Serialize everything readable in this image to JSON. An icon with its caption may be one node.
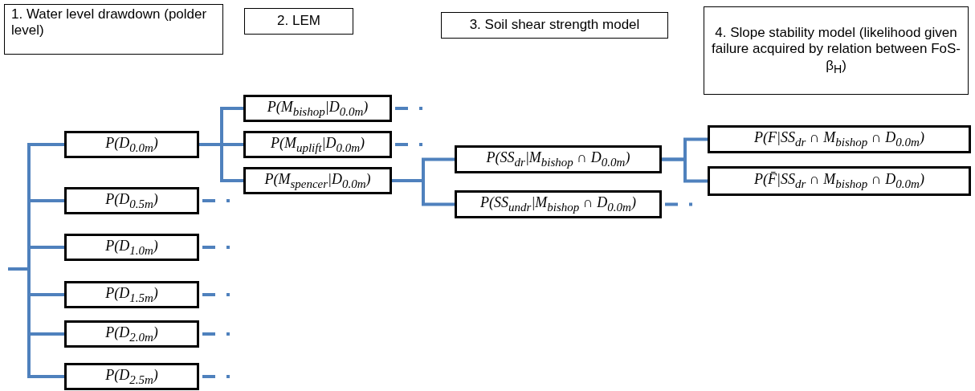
{
  "diagram": {
    "nodes": [
      {
        "text": [
          "1. Water level drawdown (polder level)"
        ]
      },
      {
        "text": [
          "2. LEM"
        ]
      },
      {
        "text": [
          "3. Soil shear strength model"
        ]
      },
      {
        "text": [
          "4. Slope stability model (likelihood given failure acquired by relation between FoS-β$_{H}$)"
        ]
      },
      {
        "text": [
          "P(D$_{0.0m}$)"
        ]
      },
      {
        "text": [
          "P(D$_{0.5m}$)"
        ]
      },
      {
        "text": [
          "P(D$_{1.0m}$)"
        ]
      },
      {
        "text": [
          "P(D$_{1.5m}$)"
        ]
      },
      {
        "text": [
          "P(D$_{2.0m}$)"
        ]
      },
      {
        "text": [
          "P(D$_{2.5m}$)"
        ]
      },
      {
        "text": [
          "P(M$_{bishop}$|D$_{0.0m}$)"
        ]
      },
      {
        "text": [
          "P(M$_{uplift}$|D$_{0.0m}$)"
        ]
      },
      {
        "text": [
          "P(M$_{spencer}$|D$_{0.0m}$)"
        ]
      },
      {
        "text": [
          "P(SS$_{dr}$|M$_{bishop}$ ∩ D$_{0.0m}$)"
        ]
      },
      {
        "text": [
          "P(SS$_{undr}$|M$_{bishop}$ ∩ D$_{0.0m}$)"
        ]
      },
      {
        "text": [
          "P(F|SS$_{dr}$ ∩ M$_{bishop}$ ∩ D$_{0.0m}$)"
        ]
      },
      {
        "text": [
          "P(F̄|SS$_{dr}$ ∩ M$_{bishop}$ ∩ D$_{0.0m}$)"
        ]
      }
    ],
    "edges": [
      {
        "from": null,
        "to": 4,
        "arrow": "none"
      },
      {
        "from": null,
        "to": 5,
        "arrow": "none"
      },
      {
        "from": null,
        "to": 6,
        "arrow": "none"
      },
      {
        "from": null,
        "to": 7,
        "arrow": "none"
      },
      {
        "from": null,
        "to": 8,
        "arrow": "none"
      },
      {
        "from": null,
        "to": 9,
        "arrow": "none"
      },
      {
        "from": 4,
        "to": 10,
        "arrow": "none"
      },
      {
        "from": 4,
        "to": 11,
        "arrow": "none"
      },
      {
        "from": 4,
        "to": 12,
        "arrow": "none"
      },
      {
        "from": 12,
        "to": 13,
        "arrow": "none"
      },
      {
        "from": 12,
        "to": 14,
        "arrow": "none"
      },
      {
        "from": 13,
        "to": 15,
        "arrow": "none"
      },
      {
        "from": 13,
        "to": 16,
        "arrow": "none"
      },
      {
        "from": 10,
        "to": null,
        "arrow": "none",
        "style": "dashed"
      },
      {
        "from": 11,
        "to": null,
        "arrow": "none",
        "style": "dashed"
      },
      {
        "from": 5,
        "to": null,
        "arrow": "none",
        "style": "dashed"
      },
      {
        "from": 6,
        "to": null,
        "arrow": "none",
        "style": "dashed"
      },
      {
        "from": 7,
        "to": null,
        "arrow": "none",
        "style": "dashed"
      },
      {
        "from": 8,
        "to": null,
        "arrow": "none",
        "style": "dashed"
      },
      {
        "from": 9,
        "to": null,
        "arrow": "none",
        "style": "dashed"
      },
      {
        "from": 14,
        "to": null,
        "arrow": "none",
        "style": "dashed"
      }
    ]
  }
}
